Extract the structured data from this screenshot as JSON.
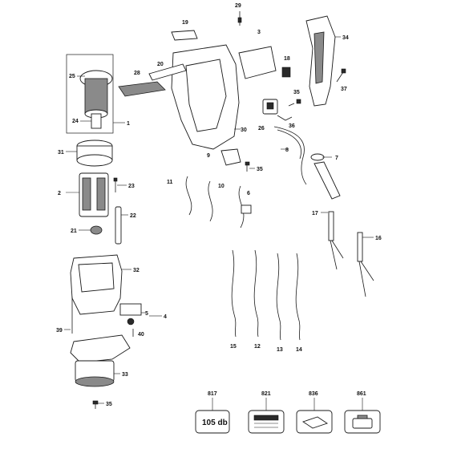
{
  "callouts": {
    "c1": "1",
    "c2": "2",
    "c3": "3",
    "c4": "4",
    "c5": "5",
    "c6": "6",
    "c7": "7",
    "c8": "8",
    "c9": "9",
    "c10": "10",
    "c11": "11",
    "c12": "12",
    "c13": "13",
    "c14": "14",
    "c15": "15",
    "c16": "16",
    "c17": "17",
    "c18": "18",
    "c19": "19",
    "c20": "20",
    "c21": "21",
    "c22": "22",
    "c23": "23",
    "c24": "24",
    "c25": "25",
    "c26": "26",
    "c28": "28",
    "c29": "29",
    "c30": "30",
    "c31": "31",
    "c32": "32",
    "c33": "33",
    "c34": "34",
    "c35a": "35",
    "c35b": "35",
    "c35c": "35",
    "c36": "36",
    "c37": "37",
    "c38": "39",
    "c40": "40"
  },
  "accessories": {
    "a817": "817",
    "a821": "821",
    "a836": "836",
    "a861": "861",
    "label_text": "105 db"
  }
}
